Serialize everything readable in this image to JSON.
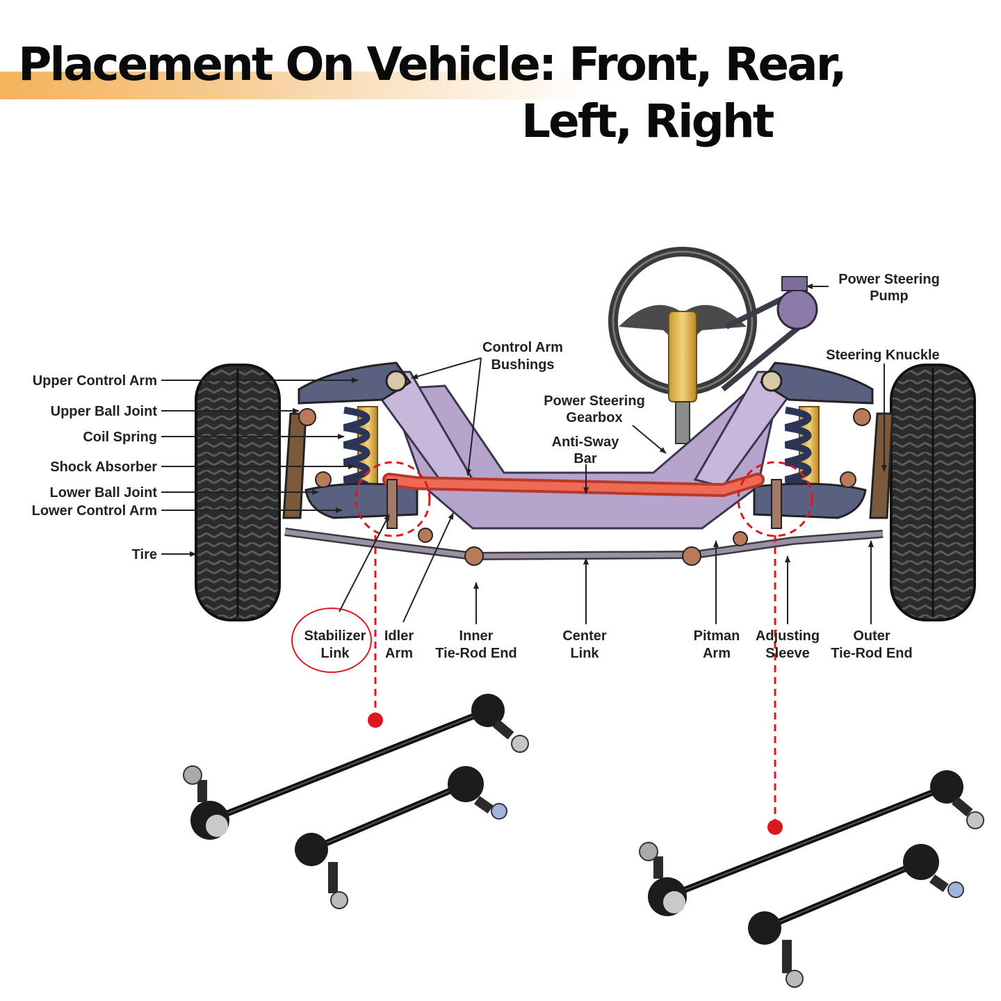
{
  "title": {
    "line1": "Placement On Vehicle: Front, Rear,",
    "line2": "Left, Right",
    "accent_color": "#f4b35b"
  },
  "labels": {
    "upper_control_arm": "Upper Control Arm",
    "upper_ball_joint": "Upper Ball Joint",
    "coil_spring": "Coil Spring",
    "shock_absorber": "Shock Absorber",
    "lower_ball_joint": "Lower Ball Joint",
    "lower_control_arm": "Lower Control Arm",
    "tire": "Tire",
    "control_arm_bushings": [
      "Control Arm",
      "Bushings"
    ],
    "power_steering_gearbox": [
      "Power Steering",
      "Gearbox"
    ],
    "anti_sway_bar": [
      "Anti-Sway",
      "Bar"
    ],
    "power_steering_pump": [
      "Power Steering",
      "Pump"
    ],
    "steering_knuckle": "Steering Knuckle",
    "stabilizer_link": [
      "Stabilizer",
      "Link"
    ],
    "idler_arm": [
      "Idler",
      "Arm"
    ],
    "inner_tie_rod_end": [
      "Inner",
      "Tie-Rod End"
    ],
    "center_link": [
      "Center",
      "Link"
    ],
    "pitman_arm": [
      "Pitman",
      "Arm"
    ],
    "adjusting_sleeve": [
      "Adjusting",
      "Sleeve"
    ],
    "outer_tie_rod_end": [
      "Outer",
      "Tie-Rod End"
    ]
  },
  "colors": {
    "highlight": "#e0161e",
    "frame": "#b7a4cd",
    "control_arm": "#5a6180",
    "sway_bar": "#ef6a55",
    "tire": "#2b2b2b",
    "label_text": "#222222"
  },
  "icons": [
    "steering-wheel-icon",
    "tire-icon",
    "coil-spring-icon",
    "stabilizer-link-icon",
    "marker-dot-icon"
  ]
}
